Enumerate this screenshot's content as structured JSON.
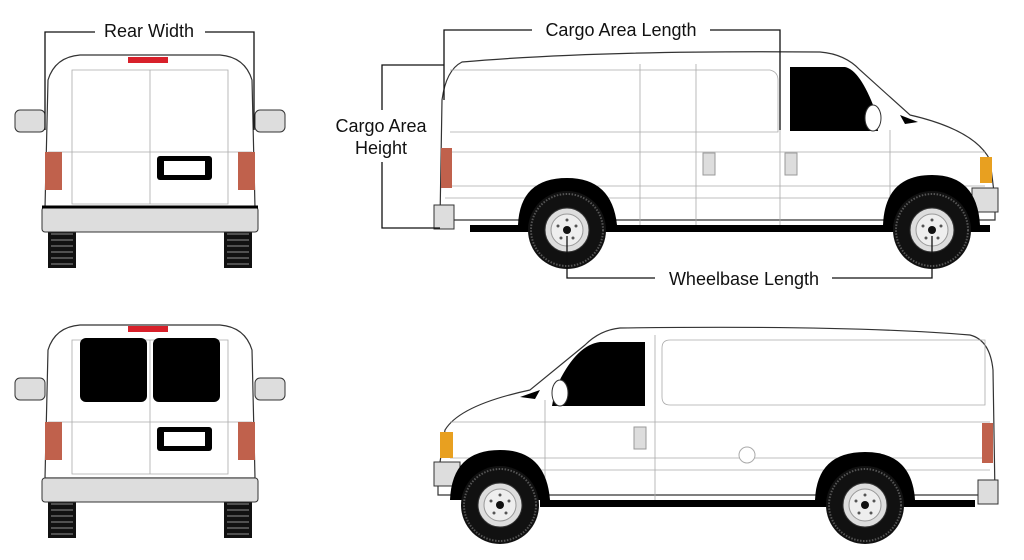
{
  "labels": {
    "rear_width": "Rear Width",
    "cargo_area_length": "Cargo Area Length",
    "cargo_area_height_line1": "Cargo Area",
    "cargo_area_height_line2": "Height",
    "wheelbase_length": "Wheelbase Length"
  },
  "colors": {
    "tail_light": "#c0614c",
    "brake_light": "#d8202a",
    "turn_signal": "#e8a020",
    "window": "#000000",
    "bumper": "#d8d8d8",
    "tire": "#111111"
  },
  "views": [
    "rear-view-cargo",
    "side-view-passenger-side",
    "rear-view-windows",
    "side-view-driver-side"
  ]
}
